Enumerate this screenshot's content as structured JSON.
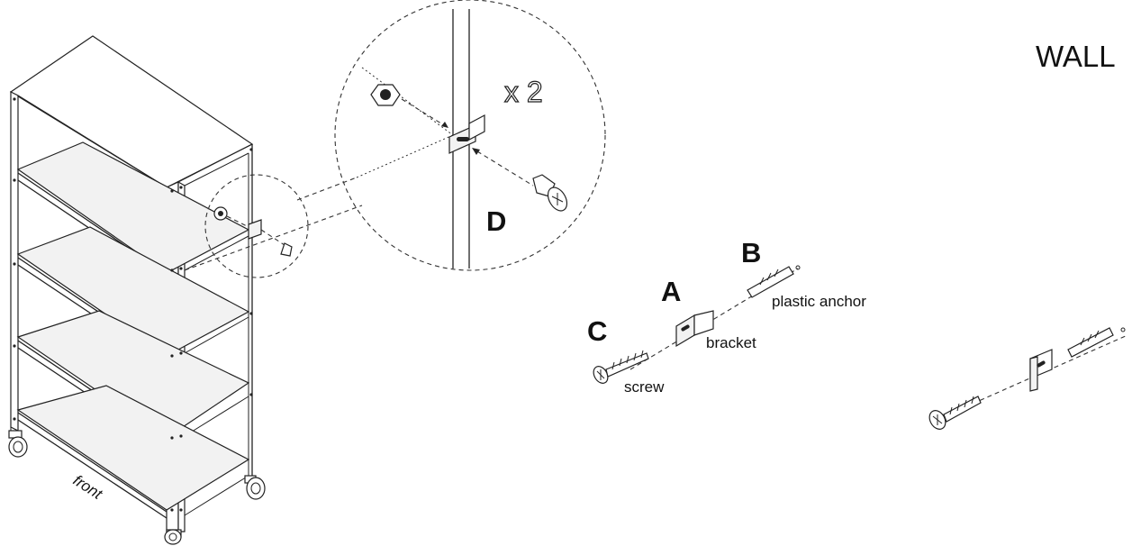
{
  "labels": {
    "wall": "WALL",
    "count": "x 2",
    "detail_letter": "D",
    "part_a_letter": "A",
    "part_a_name": "bracket",
    "part_b_letter": "B",
    "part_b_name": "plastic anchor",
    "part_c_letter": "C",
    "part_c_name": "screw",
    "front": "front"
  }
}
